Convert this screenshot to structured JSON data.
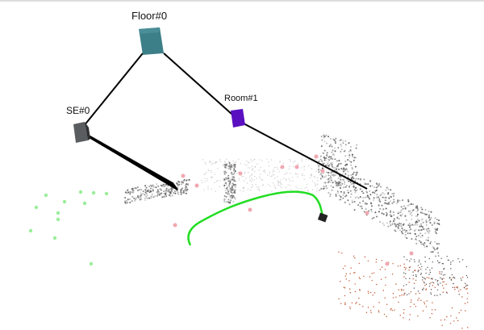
{
  "nodes": {
    "floor": {
      "label": "Floor#0",
      "color": "#3c7f88"
    },
    "se": {
      "label": "SE#0",
      "color": "#555a5e"
    },
    "room": {
      "label": "Room#1",
      "color": "#5a0fc0"
    }
  },
  "colors": {
    "trajectory": "#22dd22",
    "edge": "#000000",
    "cloud": "#8a8a8a",
    "landmark": "#f0a8b0",
    "agent_points": "#99ee99",
    "red_points": "#c0502a"
  }
}
